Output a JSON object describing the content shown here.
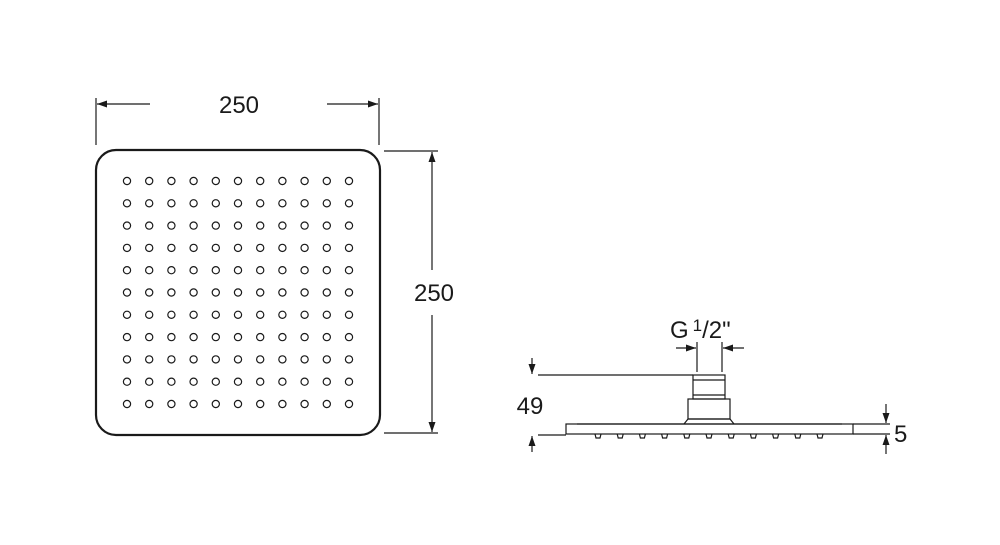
{
  "top_view": {
    "width_label": "250",
    "height_label": "250"
  },
  "side_view": {
    "thread_prefix": "G",
    "thread_num": "1",
    "thread_rest": "/2\"",
    "height_label": "49",
    "thickness_label": "5"
  },
  "colors": {
    "line": "#1a1a1a",
    "background": "#ffffff"
  }
}
